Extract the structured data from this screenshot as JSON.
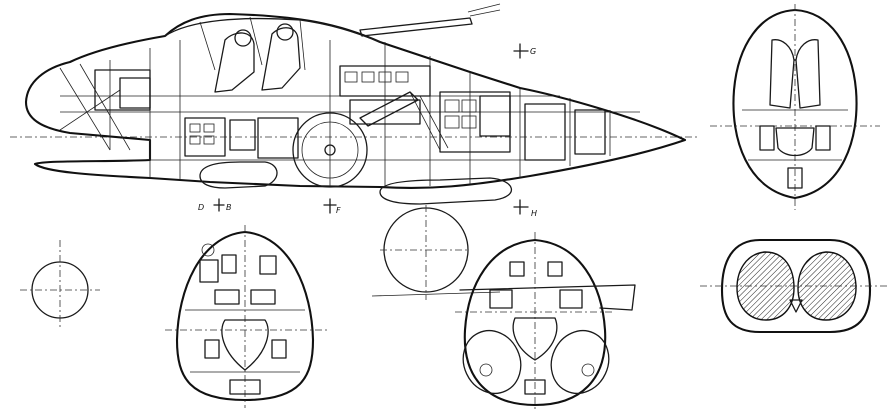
{
  "section_labels": {
    "g": "G",
    "h": "H",
    "d": "D",
    "b": "B",
    "f": "F"
  },
  "colors": {
    "ink": "#1a1a1a",
    "paper": "#ffffff"
  }
}
